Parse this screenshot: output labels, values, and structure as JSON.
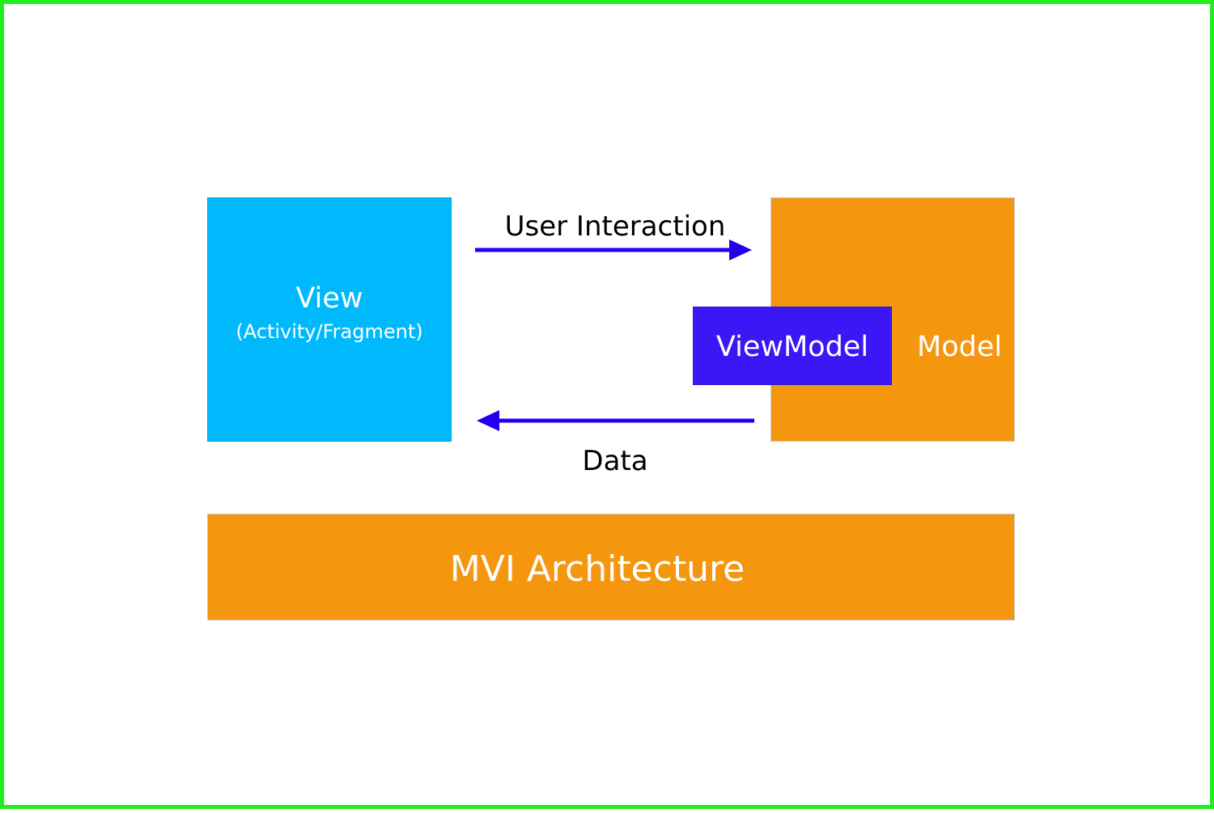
{
  "diagram": {
    "view": {
      "title": "View",
      "subtitle": "(Activity/Fragment)"
    },
    "model": {
      "label": "Model"
    },
    "viewmodel": {
      "label": "ViewModel"
    },
    "arrows": {
      "user_interaction": "User Interaction",
      "data": "Data"
    },
    "footer": {
      "label": "MVI Architecture"
    }
  },
  "colors": {
    "frame_border": "#22ee22",
    "view_fill": "#00b9fd",
    "model_fill": "#f5960f",
    "viewmodel_fill": "#3b17f5",
    "arrow": "#2200ee"
  }
}
